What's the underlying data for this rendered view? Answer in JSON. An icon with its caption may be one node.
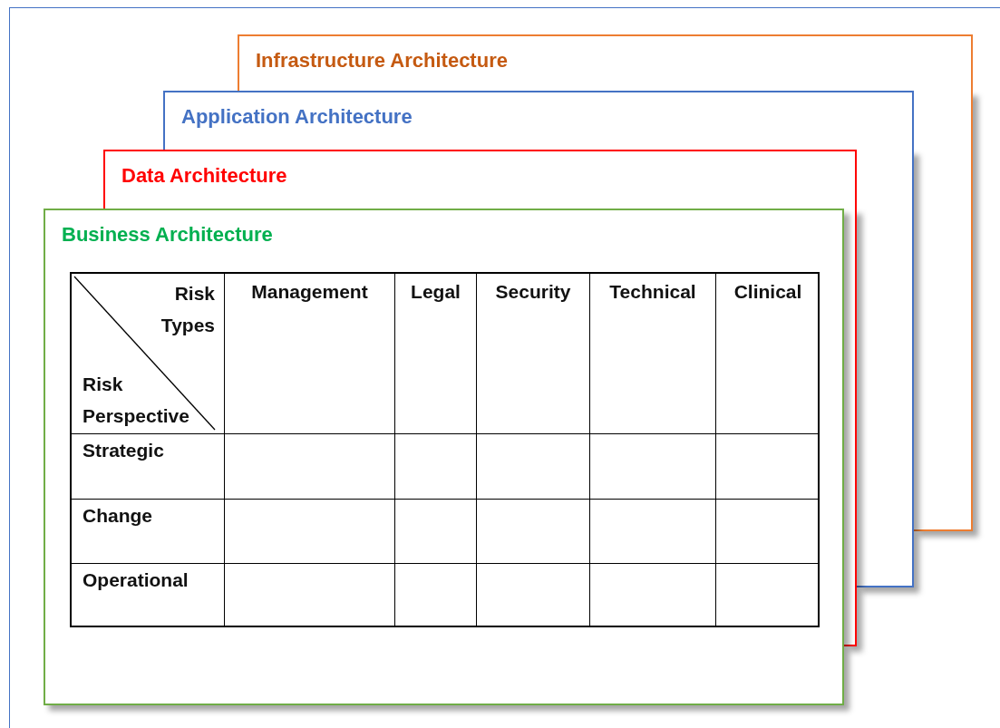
{
  "diagram": {
    "nodes": [
      {
        "text": [
          "Infrastructure Architecture"
        ]
      },
      {
        "text": [
          "Application Architecture"
        ]
      },
      {
        "text": [
          "Data Architecture"
        ]
      },
      {
        "text": [
          "Business Architecture"
        ]
      }
    ],
    "labels": [
      "Risk Types",
      "Risk Perspective",
      "Management",
      "Legal",
      "Security",
      "Technical",
      "Clinical",
      "Strategic",
      "Change",
      "Operational"
    ]
  }
}
